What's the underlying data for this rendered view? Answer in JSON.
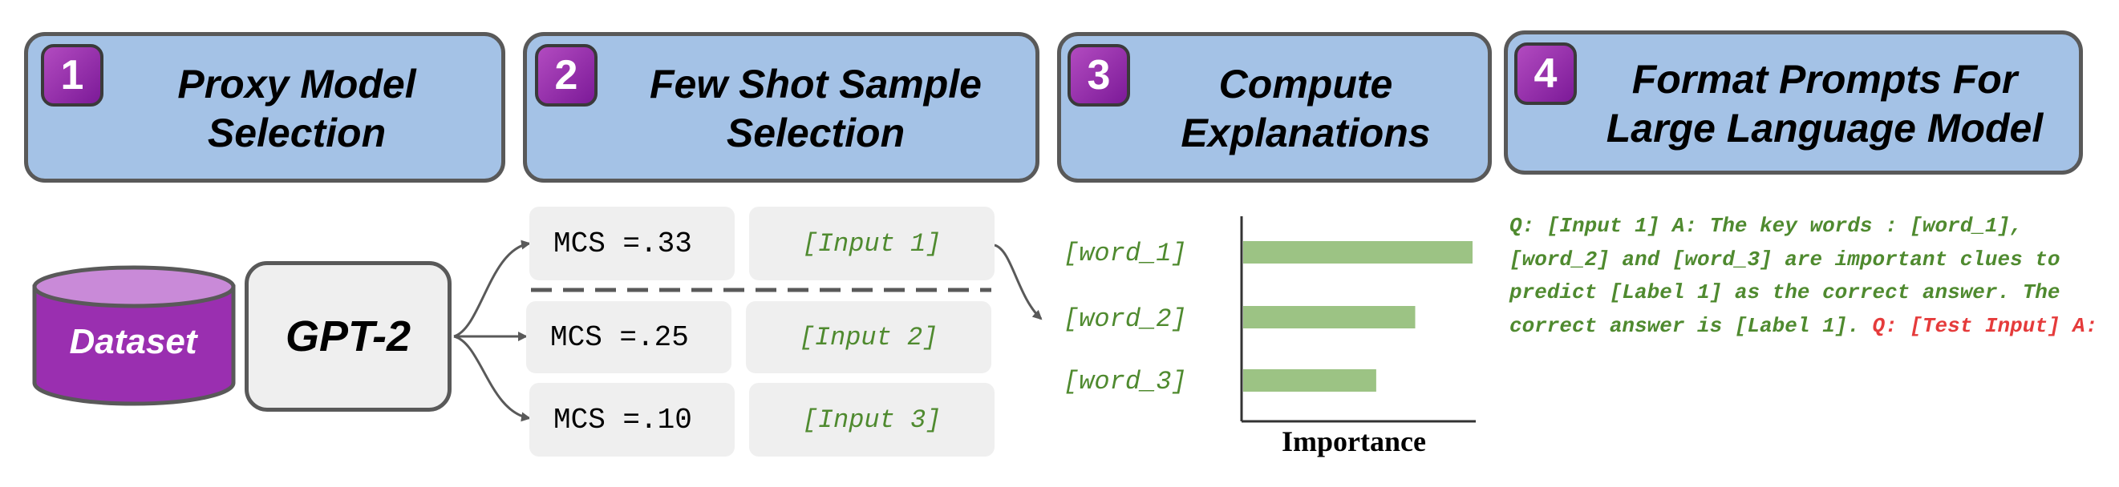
{
  "steps": [
    {
      "number": "1",
      "title": "Proxy Model\nSelection"
    },
    {
      "number": "2",
      "title": "Few Shot Sample\nSelection"
    },
    {
      "number": "3",
      "title": "Compute\nExplanations"
    },
    {
      "number": "4",
      "title": "Format Prompts For\nLarge Language Model"
    }
  ],
  "dataset_label": "Dataset",
  "model_label": "GPT-2",
  "samples": [
    {
      "mcs": "MCS =.33",
      "input": "[Input 1]"
    },
    {
      "mcs": "MCS =.25",
      "input": "[Input 2]"
    },
    {
      "mcs": "MCS =.10",
      "input": "[Input 3]"
    }
  ],
  "chart_data": {
    "type": "bar",
    "orientation": "horizontal",
    "categories": [
      "[word_1]",
      "[word_2]",
      "[word_3]"
    ],
    "values": [
      1.0,
      0.75,
      0.58
    ],
    "xlabel": "Importance",
    "bar_color": "#9cc384"
  },
  "prompt": {
    "green_text": "Q: [Input 1] A: The key words : [word_1], [word_2] and [word_3] are important clues to predict [Label 1] as the correct answer. The correct answer is [Label 1].",
    "red_text": "Q: [Test Input] A:"
  },
  "colors": {
    "header_fill": "#a4c2e6",
    "badge": "#9a2fb0",
    "dataset": "#9a2fb0",
    "green_text": "#4f8a2f",
    "red_text": "#e53b3b"
  }
}
